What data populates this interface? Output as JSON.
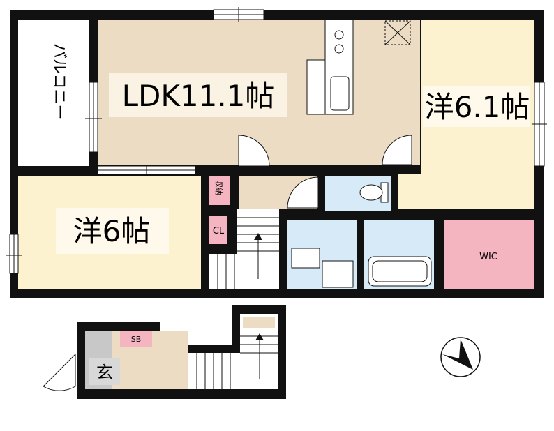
{
  "rooms": {
    "ldk": "LDK11.1帖",
    "western_right": "洋6.1帖",
    "western_left": "洋6帖",
    "balcony": "バルコニー",
    "storage": "収納",
    "closet": "CL",
    "walk_in_closet": "WIC",
    "shoe_box": "SB",
    "entrance": "玄"
  },
  "colors": {
    "wall": "#111111",
    "ldk_floor": "#ecdcc4",
    "western_floor": "#fdf2d0",
    "wet_area": "#d6eaf8",
    "wic": "#f4b4c0",
    "storage_label": "#f4b4c0",
    "entrance_floor": "#c8c8c8"
  },
  "icons": [
    "compass-icon",
    "stairs-arrow-icon"
  ]
}
